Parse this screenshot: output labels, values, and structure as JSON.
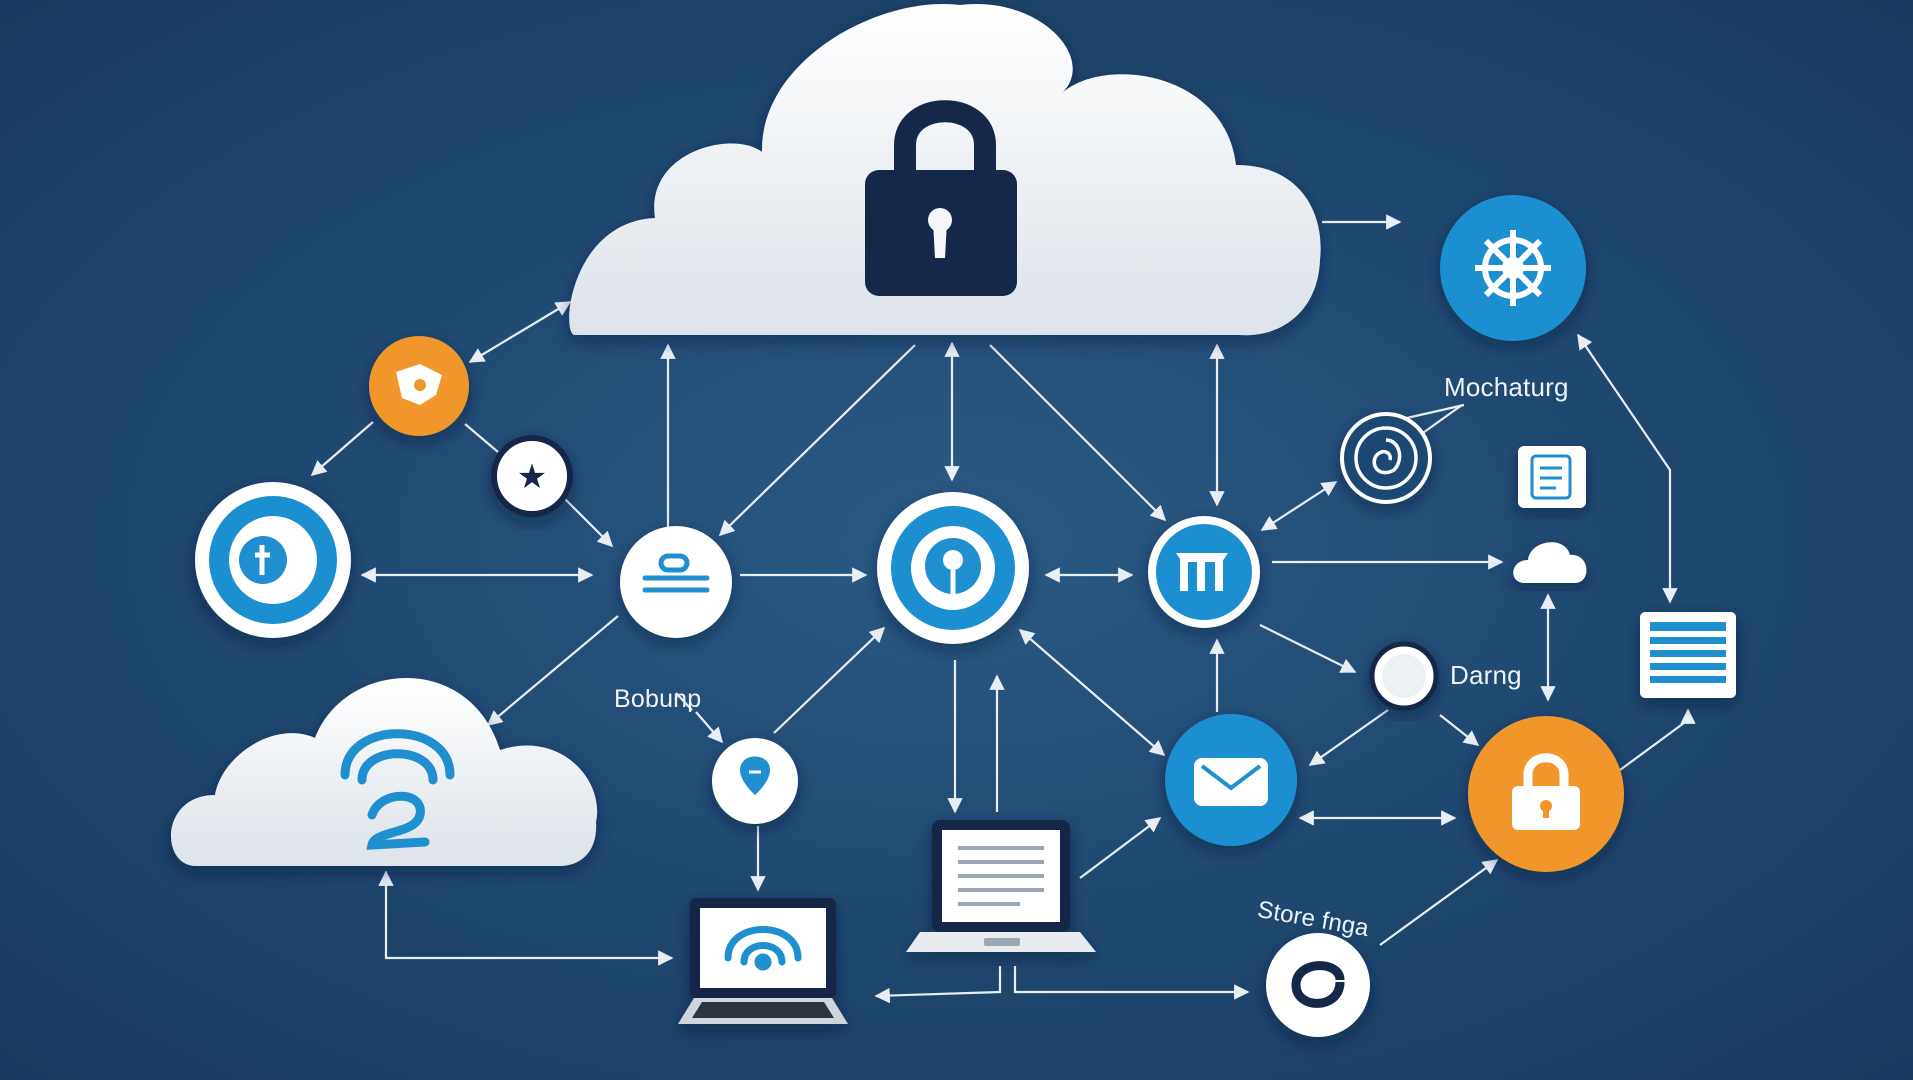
{
  "labels": {
    "mochaturg": "Mochaturg",
    "bobunp": "Bobunp",
    "darng": "Darng",
    "store_fnga": "Store fnga"
  },
  "icons": {
    "cloud_main": "cloud-lock-icon",
    "cloud_secondary": "cloud-signal-icon",
    "gear": "gear-icon",
    "shield_orange": "orange-badge-icon",
    "star": "star-icon",
    "power": "power-icon",
    "user_hub": "user-stack-icon",
    "central_hub": "central-key-icon",
    "m_hub": "m-hub-icon",
    "spiral": "spiral-icon",
    "doc_sheet": "document-icon",
    "small_cloud": "small-cloud-icon",
    "list_panel": "list-panel-icon",
    "ring": "ring-icon",
    "pin": "pin-icon",
    "mail": "mail-icon",
    "lock_orange": "orange-lock-icon",
    "monitor": "monitor-icon",
    "laptop": "laptop-wifi-icon",
    "reload": "reload-icon"
  },
  "colors": {
    "background": "#1f4a73",
    "accent_blue": "#1f8fd0",
    "accent_orange": "#f1962a",
    "node_white": "#f4f6f8",
    "lock_dark": "#15284a",
    "connector": "#e8eef4"
  }
}
